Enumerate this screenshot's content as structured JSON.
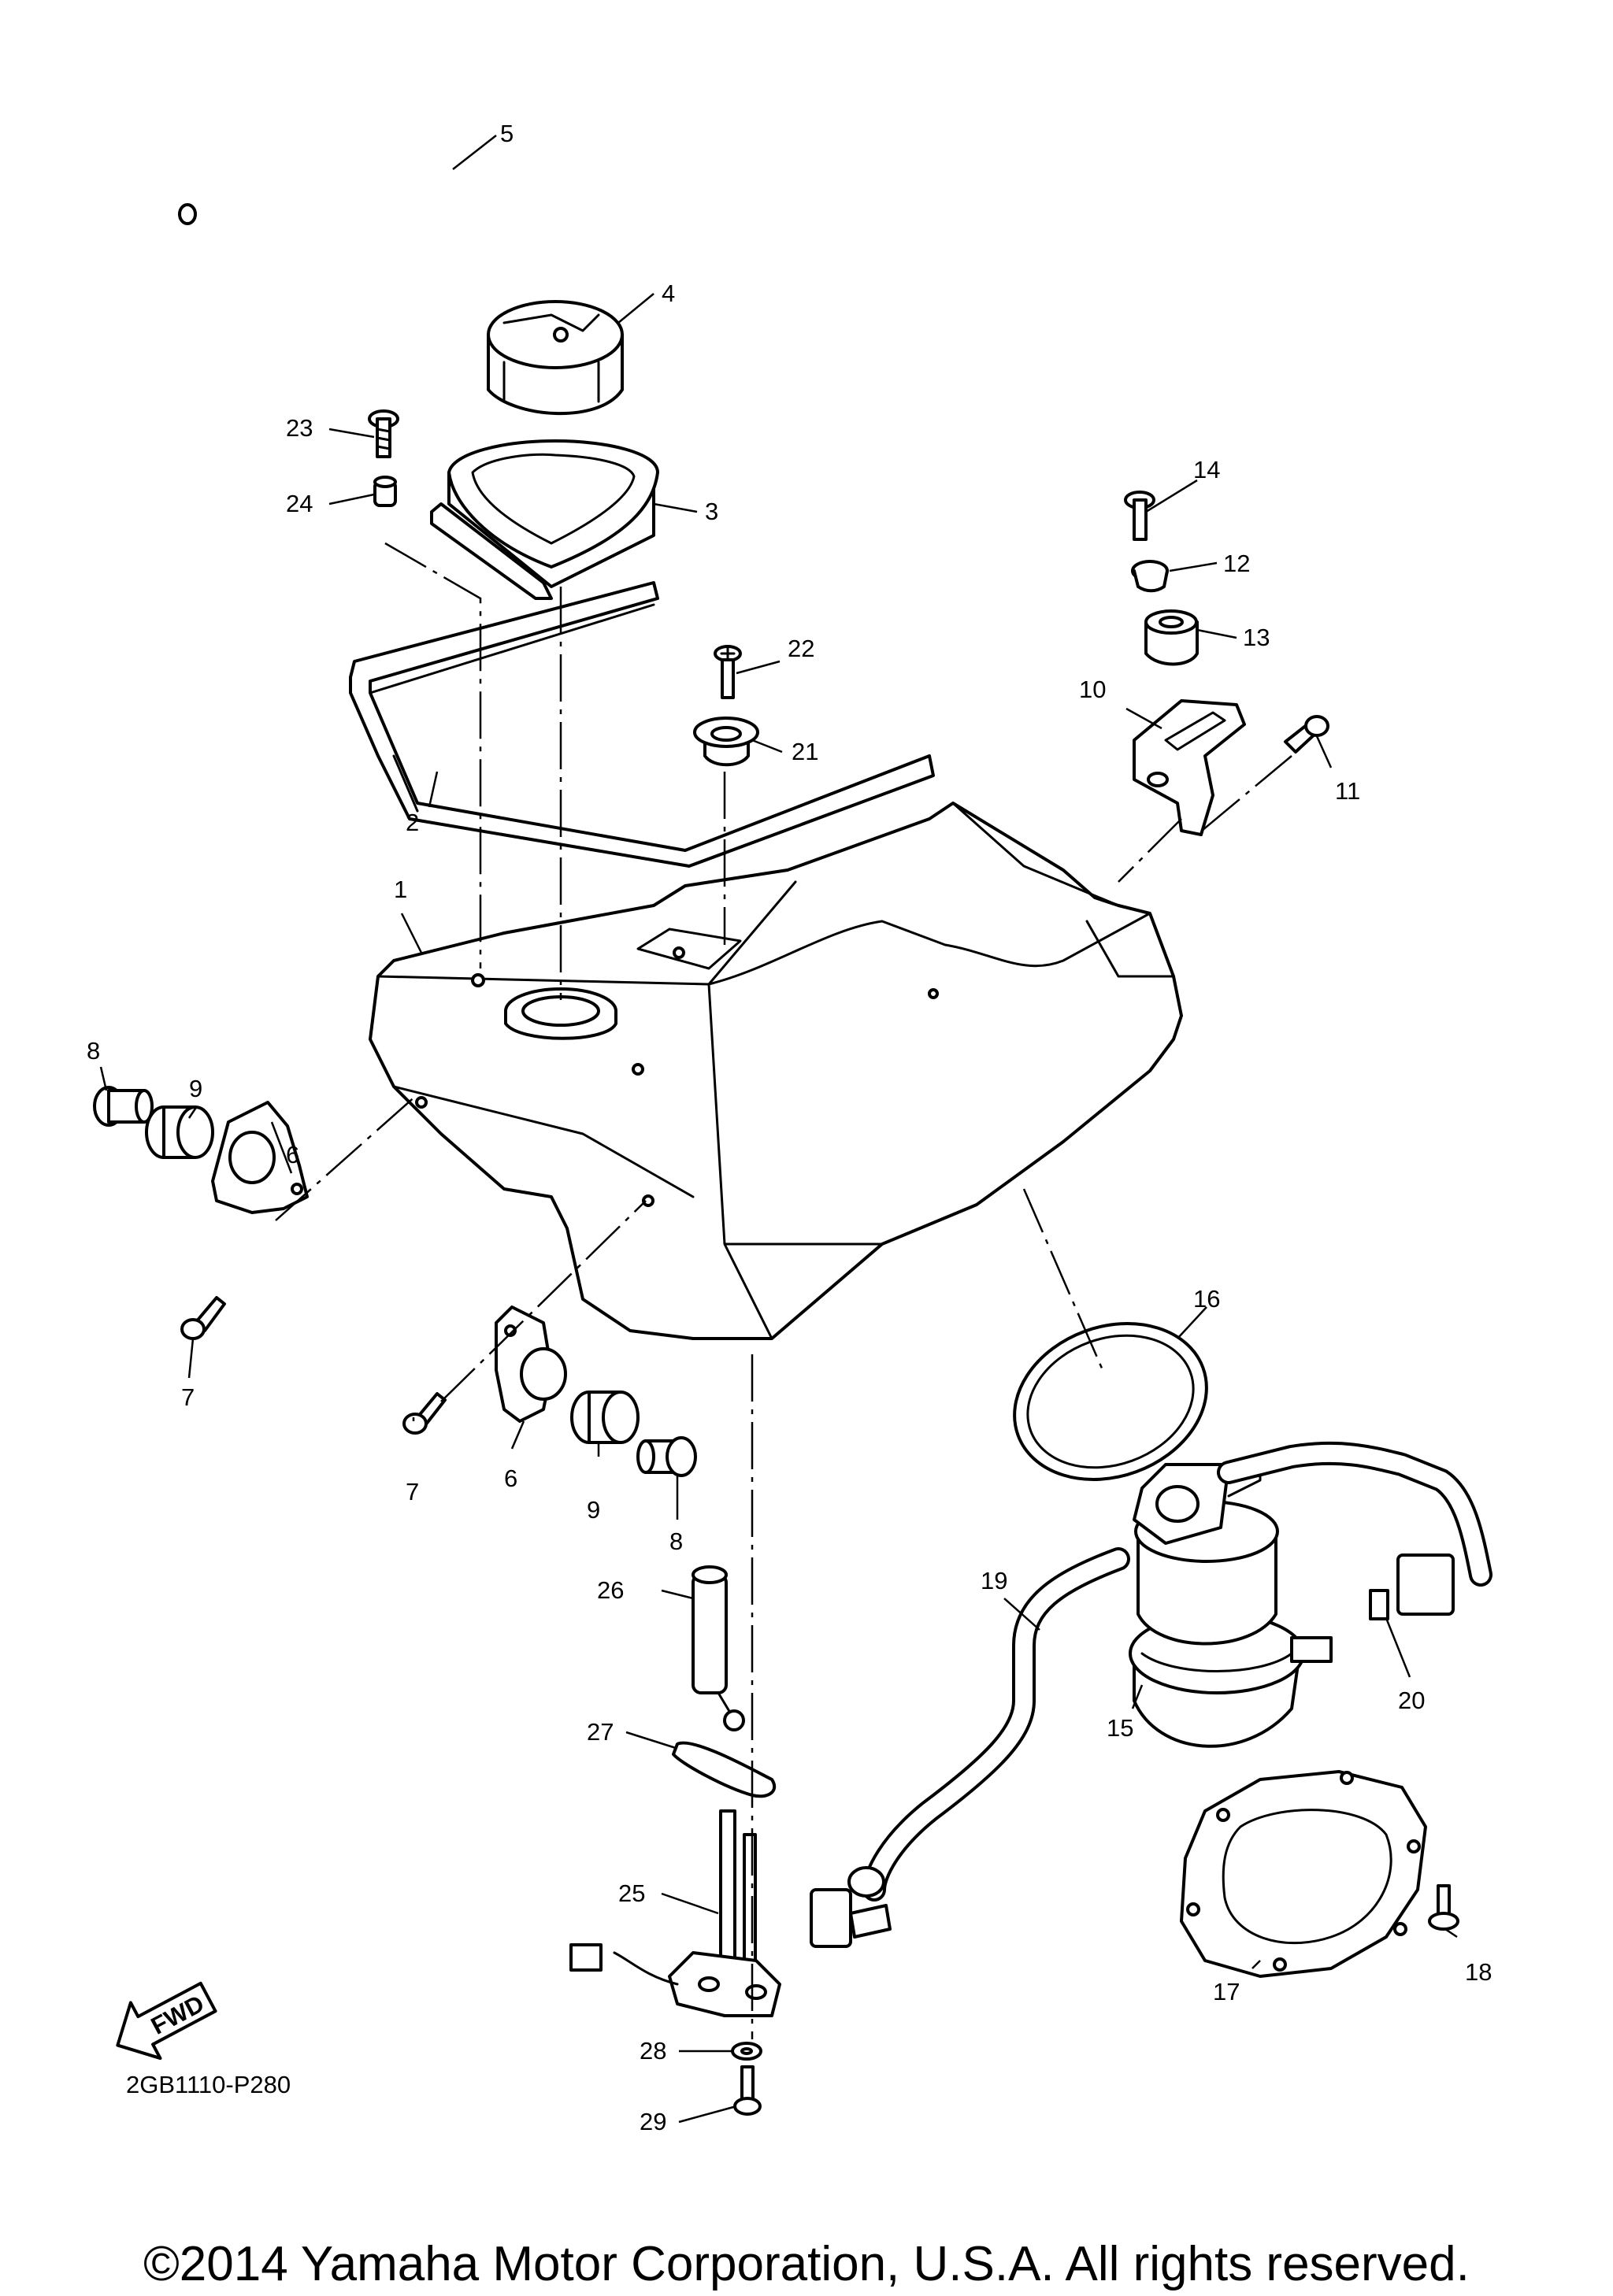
{
  "diagram": {
    "code": "2GB1110-P280",
    "direction_label": "FWD",
    "copyright": "©2014 Yamaha Motor Corporation, U.S.A. All rights reserved."
  },
  "callouts": [
    "1",
    "2",
    "3",
    "4",
    "5",
    "6",
    "6",
    "7",
    "7",
    "8",
    "8",
    "9",
    "9",
    "10",
    "11",
    "12",
    "13",
    "14",
    "15",
    "16",
    "17",
    "18",
    "19",
    "20",
    "21",
    "22",
    "23",
    "24",
    "25",
    "26",
    "27",
    "28",
    "29"
  ]
}
